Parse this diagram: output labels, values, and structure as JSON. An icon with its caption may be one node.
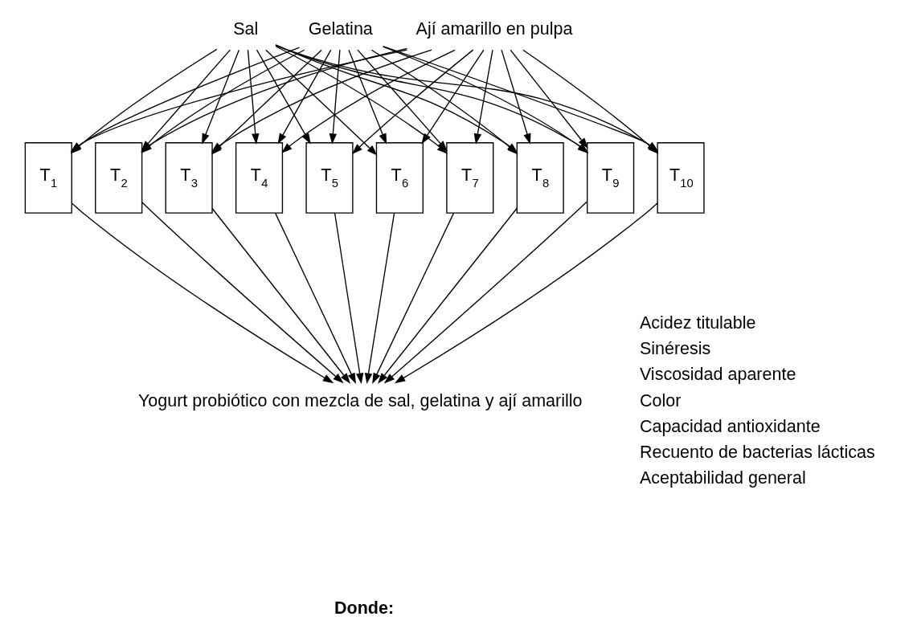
{
  "diagram": {
    "nodes": [
      {
        "text": [
          "Sal"
        ]
      },
      {
        "text": [
          "Gelatina"
        ]
      },
      {
        "text": [
          "Ají amarillo en pulpa"
        ]
      },
      {
        "text": [
          "T$_{1}$"
        ]
      },
      {
        "text": [
          "T$_{2}$"
        ]
      },
      {
        "text": [
          "T$_{3}$"
        ]
      },
      {
        "text": [
          "T$_{4}$"
        ]
      },
      {
        "text": [
          "T$_{5}$"
        ]
      },
      {
        "text": [
          "T$_{6}$"
        ]
      },
      {
        "text": [
          "T$_{7}$"
        ]
      },
      {
        "text": [
          "T$_{8}$"
        ]
      },
      {
        "text": [
          "T$_{9}$"
        ]
      },
      {
        "text": [
          "T$_{10}$"
        ]
      },
      {
        "text": [
          "Yogurt probiótico con mezcla de sal, gelatina y ají amarillo"
        ]
      }
    ],
    "edges": [
      {
        "from": 0,
        "to": 3,
        "arrow": "to"
      },
      {
        "from": 0,
        "to": 4,
        "arrow": "to"
      },
      {
        "from": 0,
        "to": 5,
        "arrow": "to"
      },
      {
        "from": 0,
        "to": 6,
        "arrow": "to"
      },
      {
        "from": 0,
        "to": 7,
        "arrow": "to"
      },
      {
        "from": 0,
        "to": 8,
        "arrow": "to"
      },
      {
        "from": 0,
        "to": 9,
        "arrow": "to"
      },
      {
        "from": 0,
        "to": 10,
        "arrow": "to"
      },
      {
        "from": 0,
        "to": 11,
        "arrow": "to"
      },
      {
        "from": 0,
        "to": 12,
        "arrow": "to"
      },
      {
        "from": 1,
        "to": 3,
        "arrow": "to"
      },
      {
        "from": 1,
        "to": 4,
        "arrow": "to"
      },
      {
        "from": 1,
        "to": 5,
        "arrow": "to"
      },
      {
        "from": 1,
        "to": 6,
        "arrow": "to"
      },
      {
        "from": 1,
        "to": 7,
        "arrow": "to"
      },
      {
        "from": 1,
        "to": 8,
        "arrow": "to"
      },
      {
        "from": 1,
        "to": 9,
        "arrow": "to"
      },
      {
        "from": 1,
        "to": 10,
        "arrow": "to"
      },
      {
        "from": 1,
        "to": 11,
        "arrow": "to"
      },
      {
        "from": 1,
        "to": 12,
        "arrow": "to"
      },
      {
        "from": 2,
        "to": 3,
        "arrow": "to"
      },
      {
        "from": 2,
        "to": 4,
        "arrow": "to"
      },
      {
        "from": 2,
        "to": 5,
        "arrow": "to"
      },
      {
        "from": 2,
        "to": 6,
        "arrow": "to"
      },
      {
        "from": 2,
        "to": 7,
        "arrow": "to"
      },
      {
        "from": 2,
        "to": 8,
        "arrow": "to"
      },
      {
        "from": 2,
        "to": 9,
        "arrow": "to"
      },
      {
        "from": 2,
        "to": 10,
        "arrow": "to"
      },
      {
        "from": 2,
        "to": 11,
        "arrow": "to"
      },
      {
        "from": 2,
        "to": 12,
        "arrow": "to"
      },
      {
        "from": 3,
        "to": 13,
        "arrow": "to"
      },
      {
        "from": 4,
        "to": 13,
        "arrow": "to"
      },
      {
        "from": 5,
        "to": 13,
        "arrow": "to"
      },
      {
        "from": 6,
        "to": 13,
        "arrow": "to"
      },
      {
        "from": 7,
        "to": 13,
        "arrow": "to"
      },
      {
        "from": 8,
        "to": 13,
        "arrow": "to"
      },
      {
        "from": 9,
        "to": 13,
        "arrow": "to"
      },
      {
        "from": 10,
        "to": 13,
        "arrow": "to"
      },
      {
        "from": 11,
        "to": 13,
        "arrow": "to"
      },
      {
        "from": 12,
        "to": 13,
        "arrow": "to"
      }
    ],
    "labels": [
      "Acidez titulable",
      "Sinéresis",
      "Viscosidad aparente",
      "Color",
      "Capacidad antioxidante",
      "Recuento de bacterias lácticas",
      "Aceptabilidad general",
      "Donde:"
    ]
  }
}
